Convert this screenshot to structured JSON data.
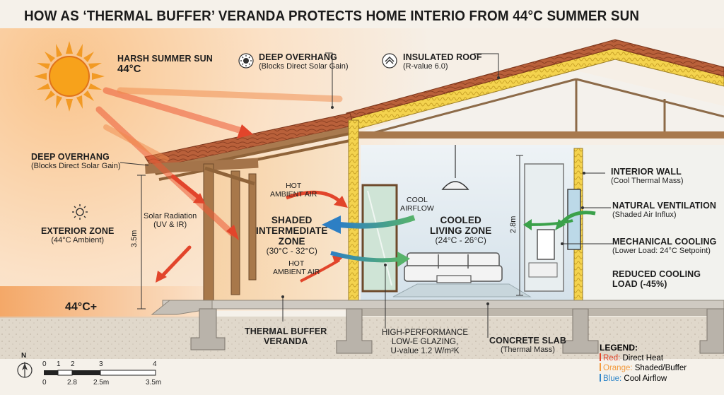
{
  "title": "HOW AS ‘THERMAL BUFFER’ VERANDA PROTECTS HOME INTERIO FROM 44°C SUMMER SUN",
  "colors": {
    "heat": "#e2452b",
    "buffer": "#f39a3c",
    "cool": "#2f86c9",
    "green": "#3aa14a",
    "roof_tile": "#b55a34",
    "wood": "#9a6a3f",
    "insulation": "#f2d04a",
    "sky": "#f8c99a",
    "interior": "#dfe8ee"
  },
  "labels": {
    "sun_title": "HARSH SUMMER SUN",
    "sun_temp": "44°C",
    "overhang_top_title": "DEEP OVERHANG",
    "overhang_top_sub": "(Blocks Direct Solar Gain)",
    "roof_title": "INSULATED ROOF",
    "roof_sub": "(R-value 6.0)",
    "overhang_left_title": "DEEP OVERHANG",
    "overhang_left_sub": "(Blocks Direct Solar Gain)",
    "solar_rad_1": "Solar Radiation",
    "solar_rad_2": "(UV & IR)",
    "exterior_title": "EXTERIOR ZONE",
    "exterior_sub": "(44°C Ambient)",
    "height_left": "3.5m",
    "ground_temp": "44°C+",
    "hot_air_top_1": "HOT",
    "hot_air_top_2": "AMBIENT AIR",
    "shaded_1": "SHADED",
    "shaded_2": "INTERMEDIATE",
    "shaded_3": "ZONE",
    "shaded_temp": "(30°C - 32°C)",
    "hot_air_bot_1": "HOT",
    "hot_air_bot_2": "AMBIENT AIR",
    "cool_air_1": "COOL",
    "cool_air_2": "AIRFLOW",
    "cooled_1": "COOLED",
    "cooled_2": "LIVING ZONE",
    "cooled_temp": "(24°C - 26°C)",
    "height_right": "2.8m",
    "interior_wall_title": "INTERIOR WALL",
    "interior_wall_sub": "(Cool Thermal Mass)",
    "ventilation_title": "NATURAL VENTILATION",
    "ventilation_sub": "(Shaded Air Influx)",
    "mech_title": "MECHANICAL COOLING",
    "mech_sub": "(Lower Load: 24°C Setpoint)",
    "reduced_1": "REDUCED COOLING",
    "reduced_2": "LOAD (-45%)",
    "veranda_1": "THERMAL BUFFER",
    "veranda_2": "VERANDA",
    "glazing_1": "HIGH-PERFORMANCE",
    "glazing_2": "LOW-E GLAZING,",
    "glazing_3": "U-value 1.2 W/m²K",
    "slab_title": "CONCRETE SLAB",
    "slab_sub": "(Thermal Mass)"
  },
  "legend": {
    "heading": "LEGEND:",
    "items": [
      {
        "key": "Red:",
        "text": "Direct Heat",
        "color": "#e2452b"
      },
      {
        "key": "Orange:",
        "text": "Shaded/Buffer",
        "color": "#f39a3c"
      },
      {
        "key": "Blue:",
        "text": "Cool Airflow",
        "color": "#2f86c9"
      }
    ]
  },
  "scale": {
    "north": "N",
    "top_ticks": [
      "0",
      "1",
      "2",
      "3",
      "4"
    ],
    "bottom_ticks": [
      "0",
      "2.8",
      "2.5m",
      "3.5m"
    ]
  },
  "icons": [
    "sun-icon",
    "small-sun-icon",
    "roof-icon",
    "exterior-sun-icon",
    "north-arrow-icon"
  ]
}
